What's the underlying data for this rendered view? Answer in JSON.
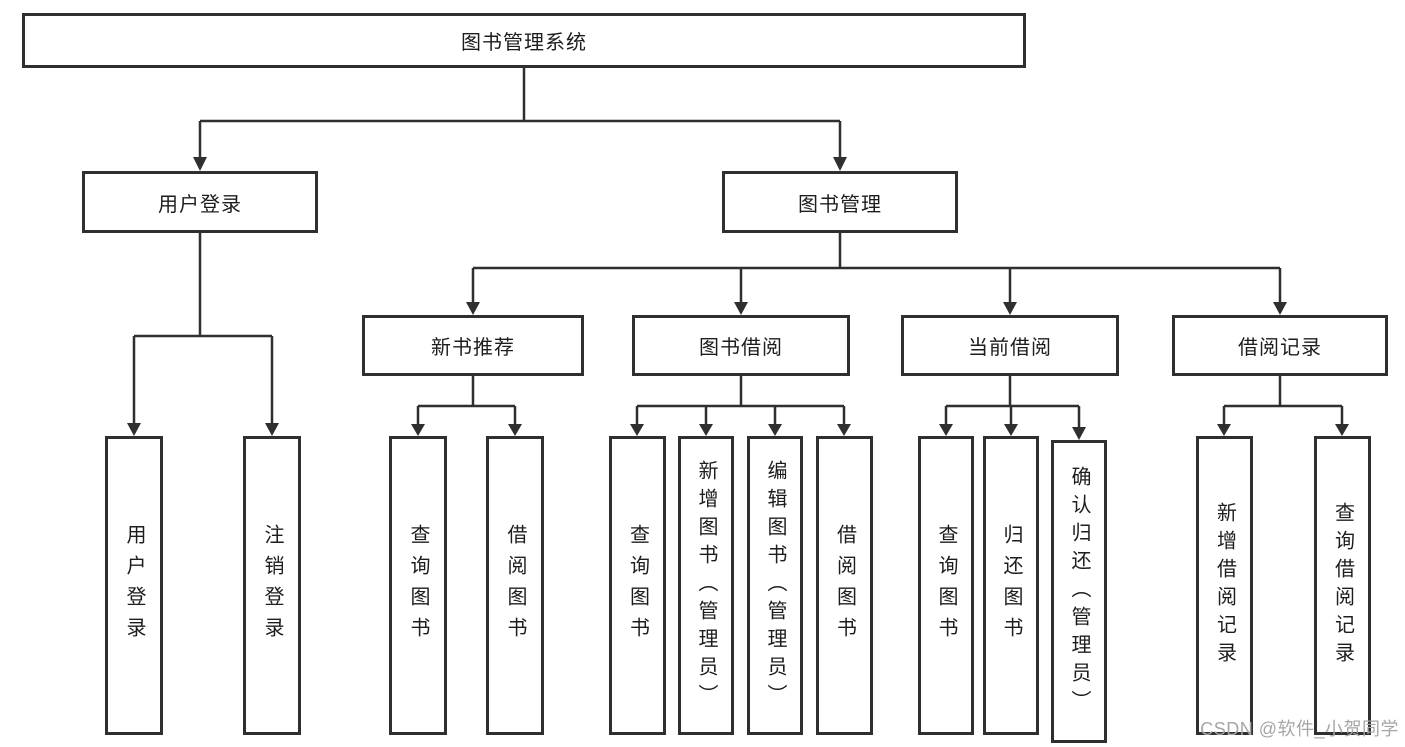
{
  "diagram": {
    "root": "图书管理系统",
    "level2": [
      "用户登录",
      "图书管理"
    ],
    "level3": [
      "新书推荐",
      "图书借阅",
      "当前借阅",
      "借阅记录"
    ],
    "leaves": [
      "用户登录",
      "注销登录",
      "查询图书",
      "借阅图书",
      "查询图书",
      "新增图书（管理员）",
      "编辑图书（管理员）",
      "借阅图书",
      "查询图书",
      "归还图书",
      "确认归还（管理员）",
      "新增借阅记录",
      "查询借阅记录"
    ],
    "colors": {
      "line": "#2f2f2f",
      "box_border": "#2f2f2f",
      "box_background": "#ffffff",
      "text": "#1d1d1d",
      "watermark": "#a6a6a6"
    }
  },
  "watermark": "CSDN @软件_小贺同学"
}
